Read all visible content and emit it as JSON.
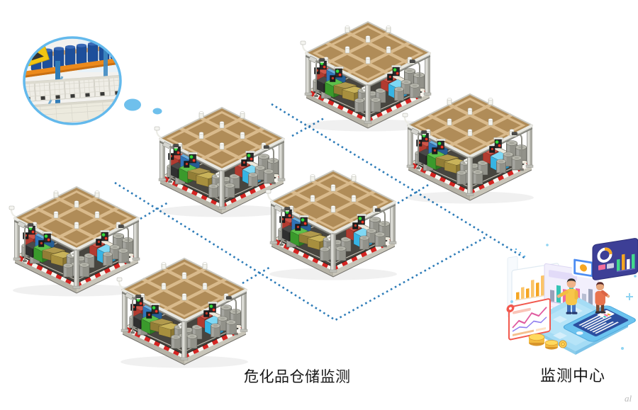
{
  "labels": {
    "warehouse_group": "危化品仓储监测",
    "monitoring_center": "监测中心",
    "watermark": "al"
  },
  "scene": {
    "warehouse_count": 6,
    "warehouse_icon": "isometric-hazmat-warehouse-icon",
    "monitoring_center_icon": "analytics-dashboard-people-icon",
    "thought_bubble_icon": "chemical-drum-storage-photo",
    "connection_style": "dotted-line-network",
    "colors": {
      "background": "#ffffff",
      "connection_dots": "#2e7cb8",
      "bubble_border": "#63b9ec",
      "roof_tan": "#b08c58",
      "roof_beam_tan": "#d9ba8c",
      "platform_dark": "#47453f",
      "hazard_red": "#d42421",
      "signal_green": "#35d83c",
      "signal_red": "#ee3a28",
      "drum_gray": "#92928a",
      "floor_blue": "#a5dcf5",
      "panel_indigo": "#3d3f96",
      "accent_orange": "#f5a623",
      "accent_pink": "#f26d9b",
      "accent_teal": "#35c4b5",
      "shirt_yellow": "#f7c64a"
    }
  }
}
